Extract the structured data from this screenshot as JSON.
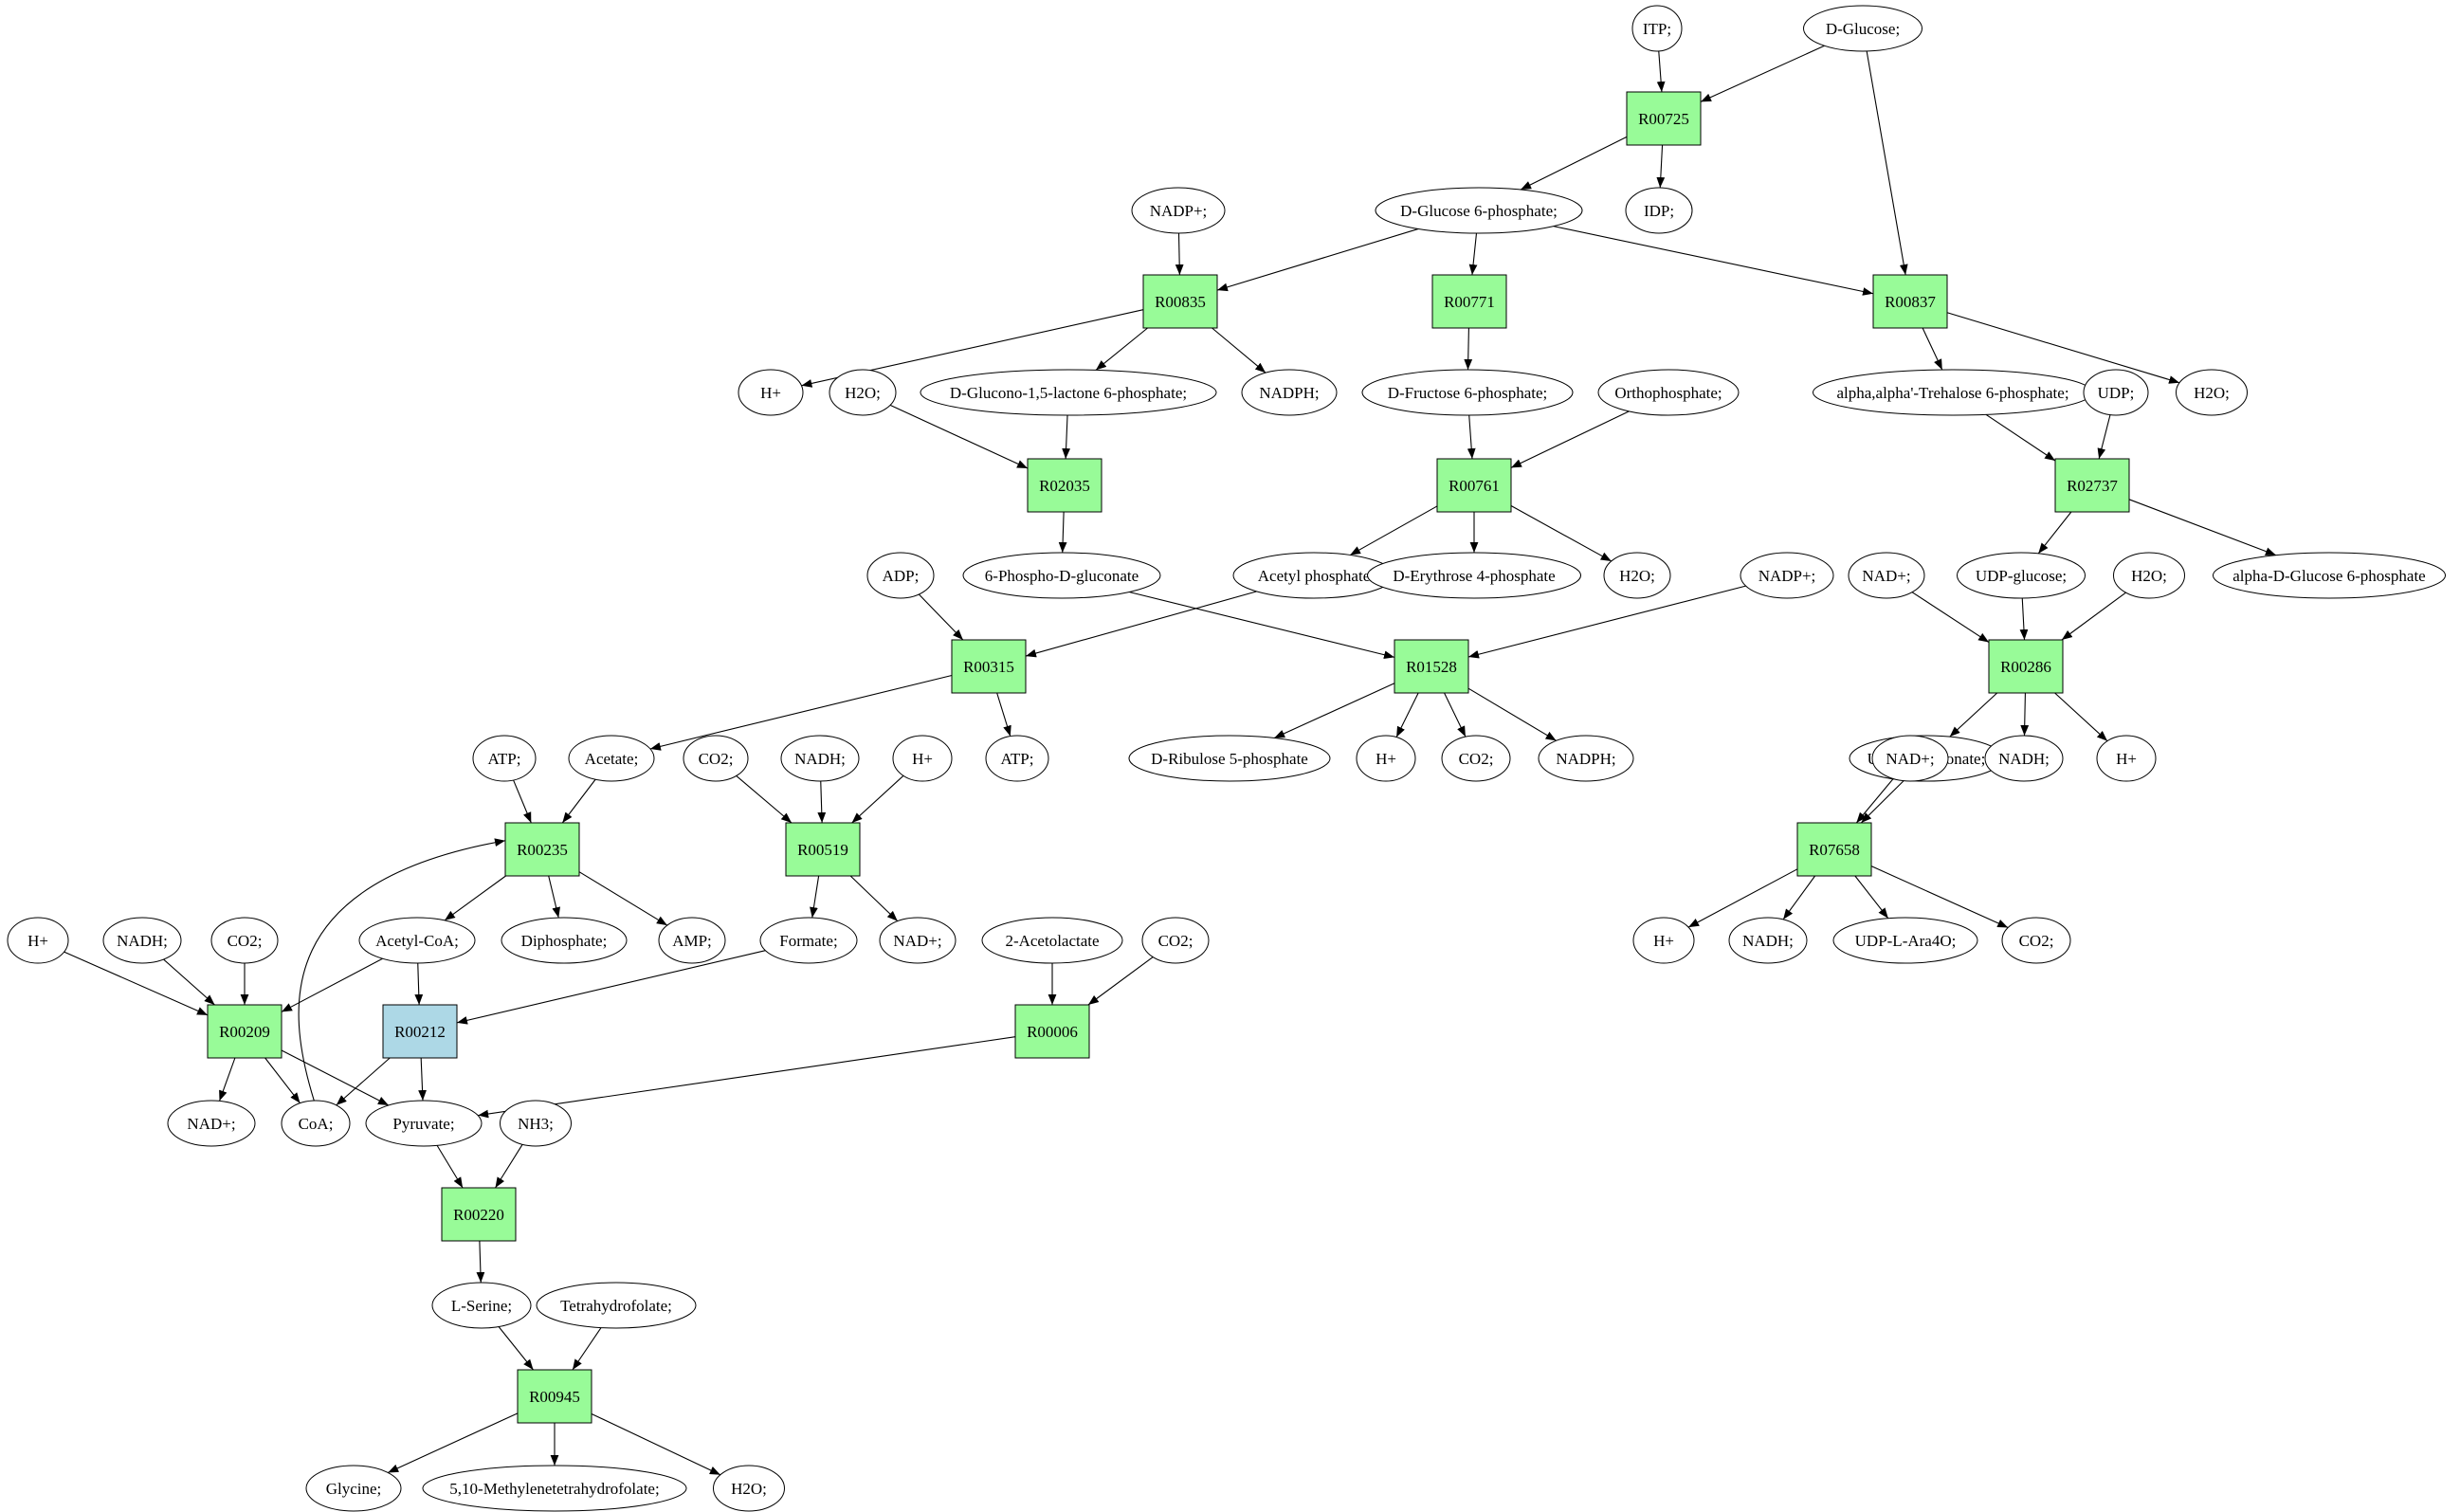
{
  "colors": {
    "reaction_fill": "#98fb98",
    "reaction_highlight_fill": "#add8e6",
    "source_fill": "#00ee00",
    "target_fill": "#ffff00",
    "compound_fill": "#ffffff",
    "edge": "#000000"
  },
  "nodes": [
    {
      "id": "itp",
      "label": "ITP;",
      "kind": "compound"
    },
    {
      "id": "dglucose",
      "label": "D-Glucose;",
      "kind": "source"
    },
    {
      "id": "r00725",
      "label": "R00725",
      "kind": "reaction"
    },
    {
      "id": "nadp1",
      "label": "NADP+;",
      "kind": "compound"
    },
    {
      "id": "g6p",
      "label": "D-Glucose 6-phosphate;",
      "kind": "compound"
    },
    {
      "id": "idp",
      "label": "IDP;",
      "kind": "compound"
    },
    {
      "id": "r00835",
      "label": "R00835",
      "kind": "reaction"
    },
    {
      "id": "r00771",
      "label": "R00771",
      "kind": "reaction"
    },
    {
      "id": "r00837",
      "label": "R00837",
      "kind": "reaction"
    },
    {
      "id": "h1",
      "label": "H+",
      "kind": "compound"
    },
    {
      "id": "h2o_1",
      "label": "H2O;",
      "kind": "compound"
    },
    {
      "id": "glucono",
      "label": "D-Glucono-1,5-lactone 6-phosphate;",
      "kind": "compound"
    },
    {
      "id": "nadph1",
      "label": "NADPH;",
      "kind": "compound"
    },
    {
      "id": "f6p",
      "label": "D-Fructose 6-phosphate;",
      "kind": "compound"
    },
    {
      "id": "ortho",
      "label": "Orthophosphate;",
      "kind": "compound"
    },
    {
      "id": "treh",
      "label": "alpha,alpha'-Trehalose 6-phosphate;",
      "kind": "compound"
    },
    {
      "id": "udp",
      "label": "UDP;",
      "kind": "compound"
    },
    {
      "id": "h2o_2",
      "label": "H2O;",
      "kind": "compound"
    },
    {
      "id": "r02035",
      "label": "R02035",
      "kind": "reaction"
    },
    {
      "id": "r00761",
      "label": "R00761",
      "kind": "reaction"
    },
    {
      "id": "r02737",
      "label": "R02737",
      "kind": "reaction"
    },
    {
      "id": "adp",
      "label": "ADP;",
      "kind": "compound"
    },
    {
      "id": "pgluc",
      "label": "6-Phospho-D-gluconate",
      "kind": "compound"
    },
    {
      "id": "acp",
      "label": "Acetyl phosphate",
      "kind": "compound"
    },
    {
      "id": "e4p",
      "label": "D-Erythrose 4-phosphate",
      "kind": "compound"
    },
    {
      "id": "h2o_3",
      "label": "H2O;",
      "kind": "compound"
    },
    {
      "id": "nadp2",
      "label": "NADP+;",
      "kind": "compound"
    },
    {
      "id": "nad1",
      "label": "NAD+;",
      "kind": "compound"
    },
    {
      "id": "udpglc",
      "label": "UDP-glucose;",
      "kind": "compound"
    },
    {
      "id": "h2o_4",
      "label": "H2O;",
      "kind": "compound"
    },
    {
      "id": "ag6p",
      "label": "alpha-D-Glucose 6-phosphate",
      "kind": "compound"
    },
    {
      "id": "r00315",
      "label": "R00315",
      "kind": "reaction"
    },
    {
      "id": "r01528",
      "label": "R01528",
      "kind": "reaction"
    },
    {
      "id": "r00286",
      "label": "R00286",
      "kind": "reaction"
    },
    {
      "id": "atp1",
      "label": "ATP;",
      "kind": "compound"
    },
    {
      "id": "acetate",
      "label": "Acetate;",
      "kind": "compound"
    },
    {
      "id": "co2_1",
      "label": "CO2;",
      "kind": "compound"
    },
    {
      "id": "nadh1",
      "label": "NADH;",
      "kind": "compound"
    },
    {
      "id": "h3",
      "label": "H+",
      "kind": "compound"
    },
    {
      "id": "atp2",
      "label": "ATP;",
      "kind": "compound"
    },
    {
      "id": "ru5p",
      "label": "D-Ribulose 5-phosphate",
      "kind": "compound"
    },
    {
      "id": "h4",
      "label": "H+",
      "kind": "compound"
    },
    {
      "id": "co2_2",
      "label": "CO2;",
      "kind": "compound"
    },
    {
      "id": "nadph2",
      "label": "NADPH;",
      "kind": "compound"
    },
    {
      "id": "udpgluc",
      "label": "UDP-glucuronate;",
      "kind": "compound"
    },
    {
      "id": "nad2",
      "label": "NAD+;",
      "kind": "compound"
    },
    {
      "id": "nadh2",
      "label": "NADH;",
      "kind": "compound"
    },
    {
      "id": "h5",
      "label": "H+",
      "kind": "compound"
    },
    {
      "id": "r00235",
      "label": "R00235",
      "kind": "reaction"
    },
    {
      "id": "r00519",
      "label": "R00519",
      "kind": "reaction"
    },
    {
      "id": "r07658",
      "label": "R07658",
      "kind": "reaction"
    },
    {
      "id": "h6",
      "label": "H+",
      "kind": "compound"
    },
    {
      "id": "nadh3",
      "label": "NADH;",
      "kind": "compound"
    },
    {
      "id": "co2_3",
      "label": "CO2;",
      "kind": "compound"
    },
    {
      "id": "acoa",
      "label": "Acetyl-CoA;",
      "kind": "compound"
    },
    {
      "id": "diph",
      "label": "Diphosphate;",
      "kind": "compound"
    },
    {
      "id": "amp",
      "label": "AMP;",
      "kind": "compound"
    },
    {
      "id": "formate",
      "label": "Formate;",
      "kind": "compound"
    },
    {
      "id": "nad3",
      "label": "NAD+;",
      "kind": "compound"
    },
    {
      "id": "acetolac",
      "label": "2-Acetolactate",
      "kind": "compound"
    },
    {
      "id": "co2_4",
      "label": "CO2;",
      "kind": "compound"
    },
    {
      "id": "h7",
      "label": "H+",
      "kind": "compound"
    },
    {
      "id": "nadh4",
      "label": "NADH;",
      "kind": "compound"
    },
    {
      "id": "udpara",
      "label": "UDP-L-Ara4O;",
      "kind": "compound"
    },
    {
      "id": "co2_5",
      "label": "CO2;",
      "kind": "compound"
    },
    {
      "id": "r00209",
      "label": "R00209",
      "kind": "reaction"
    },
    {
      "id": "r00212",
      "label": "R00212",
      "kind": "reaction_highlight"
    },
    {
      "id": "r00006",
      "label": "R00006",
      "kind": "reaction"
    },
    {
      "id": "nad4",
      "label": "NAD+;",
      "kind": "compound"
    },
    {
      "id": "coa",
      "label": "CoA;",
      "kind": "compound"
    },
    {
      "id": "pyruvate",
      "label": "Pyruvate;",
      "kind": "compound"
    },
    {
      "id": "nh3",
      "label": "NH3;",
      "kind": "compound"
    },
    {
      "id": "r00220",
      "label": "R00220",
      "kind": "reaction"
    },
    {
      "id": "serine",
      "label": "L-Serine;",
      "kind": "compound"
    },
    {
      "id": "thf",
      "label": "Tetrahydrofolate;",
      "kind": "compound"
    },
    {
      "id": "r00945",
      "label": "R00945",
      "kind": "reaction"
    },
    {
      "id": "glycine",
      "label": "Glycine;",
      "kind": "target"
    },
    {
      "id": "methylthf",
      "label": "5,10-Methylenetetrahydrofolate;",
      "kind": "compound"
    },
    {
      "id": "h2o_5",
      "label": "H2O;",
      "kind": "compound"
    }
  ],
  "edges": [
    [
      "itp",
      "r00725"
    ],
    [
      "dglucose",
      "r00725"
    ],
    [
      "dglucose",
      "r00837"
    ],
    [
      "r00725",
      "g6p"
    ],
    [
      "r00725",
      "idp"
    ],
    [
      "nadp1",
      "r00835"
    ],
    [
      "g6p",
      "r00835"
    ],
    [
      "g6p",
      "r00771"
    ],
    [
      "g6p",
      "r00837"
    ],
    [
      "r00835",
      "h1"
    ],
    [
      "r00835",
      "glucono"
    ],
    [
      "r00835",
      "nadph1"
    ],
    [
      "r00771",
      "f6p"
    ],
    [
      "r00837",
      "treh"
    ],
    [
      "r00837",
      "h2o_2"
    ],
    [
      "h2o_1",
      "r02035"
    ],
    [
      "glucono",
      "r02035"
    ],
    [
      "f6p",
      "r00761"
    ],
    [
      "ortho",
      "r00761"
    ],
    [
      "treh",
      "r02737"
    ],
    [
      "udp",
      "r02737"
    ],
    [
      "r02035",
      "pgluc"
    ],
    [
      "r00761",
      "acp"
    ],
    [
      "r00761",
      "e4p"
    ],
    [
      "r00761",
      "h2o_3"
    ],
    [
      "r02737",
      "udpglc"
    ],
    [
      "r02737",
      "ag6p"
    ],
    [
      "adp",
      "r00315"
    ],
    [
      "acp",
      "r00315"
    ],
    [
      "pgluc",
      "r01528"
    ],
    [
      "nadp2",
      "r01528"
    ],
    [
      "nad1",
      "r00286"
    ],
    [
      "udpglc",
      "r00286"
    ],
    [
      "h2o_4",
      "r00286"
    ],
    [
      "r00315",
      "acetate"
    ],
    [
      "r00315",
      "atp2"
    ],
    [
      "r01528",
      "ru5p"
    ],
    [
      "r01528",
      "h4"
    ],
    [
      "r01528",
      "co2_2"
    ],
    [
      "r01528",
      "nadph2"
    ],
    [
      "r00286",
      "udpgluc"
    ],
    [
      "r00286",
      "nadh2"
    ],
    [
      "r00286",
      "h5"
    ],
    [
      "atp1",
      "r00235"
    ],
    [
      "acetate",
      "r00235"
    ],
    [
      "co2_1",
      "r00519"
    ],
    [
      "nadh1",
      "r00519"
    ],
    [
      "h3",
      "r00519"
    ],
    [
      "udpgluc",
      "r07658"
    ],
    [
      "nad2",
      "r07658"
    ],
    [
      "r00235",
      "acoa"
    ],
    [
      "r00235",
      "diph"
    ],
    [
      "r00235",
      "amp"
    ],
    [
      "r00519",
      "formate"
    ],
    [
      "r00519",
      "nad3"
    ],
    [
      "r07658",
      "h7"
    ],
    [
      "r07658",
      "nadh4"
    ],
    [
      "r07658",
      "udpara"
    ],
    [
      "r07658",
      "co2_5"
    ],
    [
      "h6",
      "r00209"
    ],
    [
      "nadh3",
      "r00209"
    ],
    [
      "co2_3",
      "r00209"
    ],
    [
      "acoa",
      "r00209"
    ],
    [
      "acoa",
      "r00212"
    ],
    [
      "formate",
      "r00212"
    ],
    [
      "acetolac",
      "r00006"
    ],
    [
      "co2_4",
      "r00006"
    ],
    [
      "r00209",
      "nad4"
    ],
    [
      "r00209",
      "coa"
    ],
    [
      "r00209",
      "pyruvate"
    ],
    [
      "r00212",
      "coa"
    ],
    [
      "r00212",
      "pyruvate"
    ],
    [
      "r00006",
      "pyruvate"
    ],
    [
      "coa",
      "r00235"
    ],
    [
      "pyruvate",
      "r00220"
    ],
    [
      "nh3",
      "r00220"
    ],
    [
      "r00220",
      "serine"
    ],
    [
      "serine",
      "r00945"
    ],
    [
      "thf",
      "r00945"
    ],
    [
      "r00945",
      "glycine"
    ],
    [
      "r00945",
      "methylthf"
    ],
    [
      "r00945",
      "h2o_5"
    ]
  ]
}
